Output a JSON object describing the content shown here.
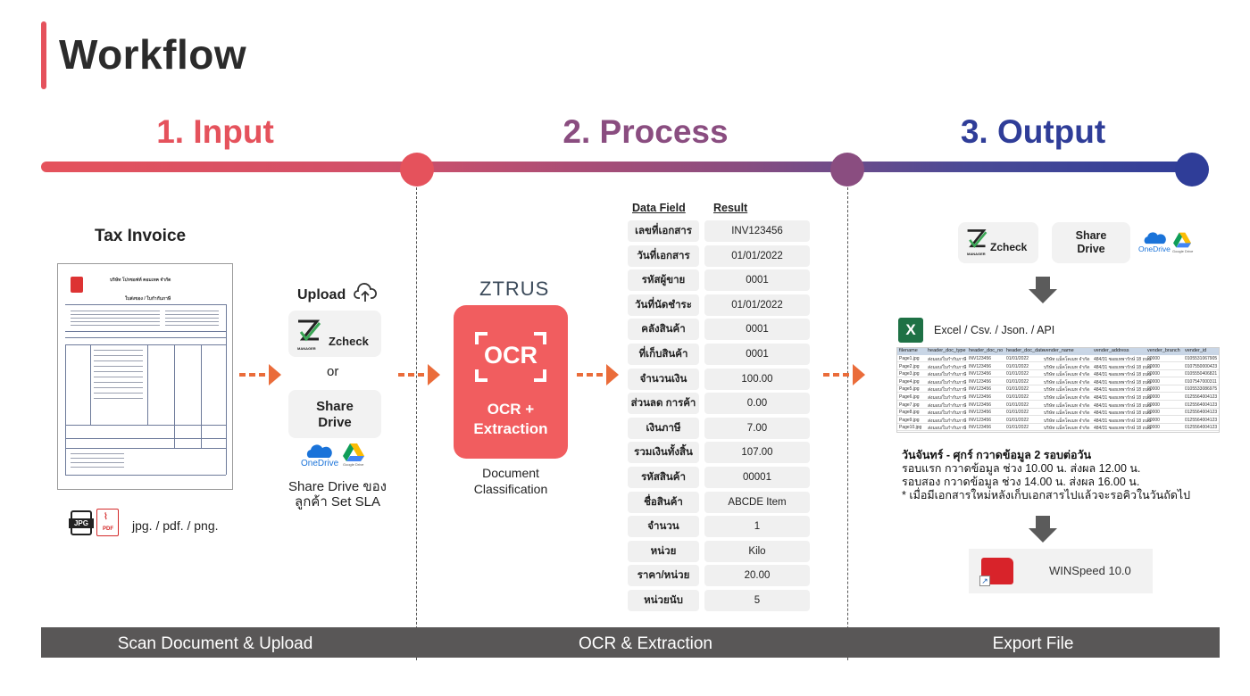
{
  "header": {
    "title": "Workflow"
  },
  "stages": [
    {
      "label": "1. Input",
      "color": "#e5525c"
    },
    {
      "label": "2. Process",
      "color": "#8a4d80"
    },
    {
      "label": "3. Output",
      "color": "#2f3d98"
    }
  ],
  "input": {
    "doc_title": "Tax Invoice",
    "formats": "jpg. / pdf. / png.",
    "jpg_badge": "JPG",
    "pdf_badge": "PDF",
    "upload_label": "Upload",
    "zcheck": "Zcheck",
    "manager": "MANAGER",
    "or": "or",
    "share_drive_line1": "Share",
    "share_drive_line2": "Drive",
    "onedrive": "OneDrive",
    "gdrive": "Google Drive",
    "caption_line1": "Share Drive ของ",
    "caption_line2": "ลูกค้า Set SLA",
    "invoice": {
      "company": "บริษัท โปรซอฟท์ คอมเทค จำกัด",
      "doc_type": "ใบส่งของ / ใบกำกับภาษี"
    }
  },
  "process": {
    "brand": "ZTRUS",
    "ocr_label": "OCR",
    "ocr_sub_line1": "OCR +",
    "ocr_sub_line2": "Extraction",
    "caption_line1": "Document",
    "caption_line2": "Classification",
    "table_headers": {
      "field": "Data Field",
      "result": "Result"
    },
    "fields": [
      {
        "field": "เลขที่เอกสาร",
        "result": "INV123456"
      },
      {
        "field": "วันที่เอกสาร",
        "result": "01/01/2022"
      },
      {
        "field": "รหัสผู้ขาย",
        "result": "0001"
      },
      {
        "field": "วันที่นัดชำระ",
        "result": "01/01/2022"
      },
      {
        "field": "คลังสินค้า",
        "result": "0001"
      },
      {
        "field": "ที่เก็บสินค้า",
        "result": "0001"
      },
      {
        "field": "จำนวนเงิน",
        "result": "100.00"
      },
      {
        "field": "ส่วนลด การค้า",
        "result": "0.00"
      },
      {
        "field": "เงินภาษี",
        "result": "7.00"
      },
      {
        "field": "รวมเงินทั้งสิ้น",
        "result": "107.00"
      },
      {
        "field": "รหัสสินค้า",
        "result": "00001"
      },
      {
        "field": "ชื่อสินค้า",
        "result": "ABCDE Item"
      },
      {
        "field": "จำนวน",
        "result": "1"
      },
      {
        "field": "หน่วย",
        "result": "Kilo"
      },
      {
        "field": "ราคา/หน่วย",
        "result": "20.00"
      },
      {
        "field": "หน่วยนับ",
        "result": "5"
      }
    ]
  },
  "output": {
    "zcheck": "Zcheck",
    "manager": "MANAGER",
    "share_drive_line1": "Share",
    "share_drive_line2": "Drive",
    "onedrive": "OneDrive",
    "gdrive": "Google Drive",
    "excel_label": "Excel / Csv. / Json. / API",
    "sheet_headers": [
      "filename",
      "header_doc_type",
      "header_doc_no",
      "header_doc_date",
      "vender_name",
      "vender_address",
      "vender_branch",
      "vender_id"
    ],
    "sheet_rows": [
      [
        "Page1.jpg",
        "ส่งมอบ/ใบกำกับภาษี",
        "INV123456",
        "01/01/2022",
        "บริษัท แม็คโคเมท จำกัด",
        "484/31 ซอยเทพารักษ์ 18 ถนน",
        "00000",
        "0105531067905"
      ],
      [
        "Page2.jpg",
        "ส่งมอบ/ใบกำกับภาษี",
        "INV123456",
        "01/01/2022",
        "บริษัท แม็คโคเมท จำกัด",
        "484/31 ซอยเทพารักษ์ 18 ถนน",
        "00000",
        "0107550000423"
      ],
      [
        "Page3.jpg",
        "ส่งมอบ/ใบกำกับภาษี",
        "INV123456",
        "01/01/2022",
        "บริษัท แม็คโคเมท จำกัด",
        "484/31 ซอยเทพารักษ์ 18 ถนน",
        "00000",
        "0105550406821"
      ],
      [
        "Page4.jpg",
        "ส่งมอบ/ใบกำกับภาษี",
        "INV123456",
        "01/01/2022",
        "บริษัท แม็คโคเมท จำกัด",
        "484/31 ซอยเทพารักษ์ 18 ถนน",
        "00000",
        "0107547000311"
      ],
      [
        "Page5.jpg",
        "ส่งมอบ/ใบกำกับภาษี",
        "INV123456",
        "01/01/2022",
        "บริษัท แม็คโคเมท จำกัด",
        "484/31 ซอยเทพารักษ์ 18 ถนน",
        "00000",
        "0105533086975"
      ],
      [
        "Page6.jpg",
        "ส่งมอบ/ใบกำกับภาษี",
        "INV123456",
        "01/01/2022",
        "บริษัท แม็คโคเมท จำกัด",
        "484/31 ซอยเทพารักษ์ 18 ถนน",
        "00000",
        "0125564004123"
      ],
      [
        "Page7.jpg",
        "ส่งมอบ/ใบกำกับภาษี",
        "INV123456",
        "01/01/2022",
        "บริษัท แม็คโคเมท จำกัด",
        "484/31 ซอยเทพารักษ์ 18 ถนน",
        "00000",
        "0125564004123"
      ],
      [
        "Page8.jpg",
        "ส่งมอบ/ใบกำกับภาษี",
        "INV123456",
        "01/01/2022",
        "บริษัท แม็คโคเมท จำกัด",
        "484/31 ซอยเทพารักษ์ 18 ถนน",
        "00000",
        "0125564004123"
      ],
      [
        "Page9.jpg",
        "ส่งมอบ/ใบกำกับภาษี",
        "INV123456",
        "01/01/2022",
        "บริษัท แม็คโคเมท จำกัด",
        "484/31 ซอยเทพารักษ์ 18 ถนน",
        "00000",
        "0125564004123"
      ],
      [
        "Page10.jpg",
        "ส่งมอบ/ใบกำกับภาษี",
        "INV123456",
        "01/01/2022",
        "บริษัท แม็คโคเมท จำกัด",
        "484/31 ซอยเทพารักษ์ 18 ถนน",
        "00000",
        "0125564004123"
      ]
    ],
    "schedule_title": "วันจันทร์ - ศุกร์ กวาดข้อมูล 2 รอบต่อวัน",
    "schedule_line1": "รอบแรก กวาดข้อมูล ช่วง 10.00 น. ส่งผล 12.00 น.",
    "schedule_line2": "รอบสอง กวาดข้อมูล ช่วง 14.00 น. ส่งผล 16.00 น.",
    "schedule_note": "* เมื่อมีเอกสารใหม่หลังเก็บเอกสารไปแล้วจะรอคิวในวันถัดไป",
    "winspeed": "WINSpeed 10.0"
  },
  "footer": {
    "input": "Scan Document & Upload",
    "process": "OCR & Extraction",
    "output": "Export File"
  }
}
